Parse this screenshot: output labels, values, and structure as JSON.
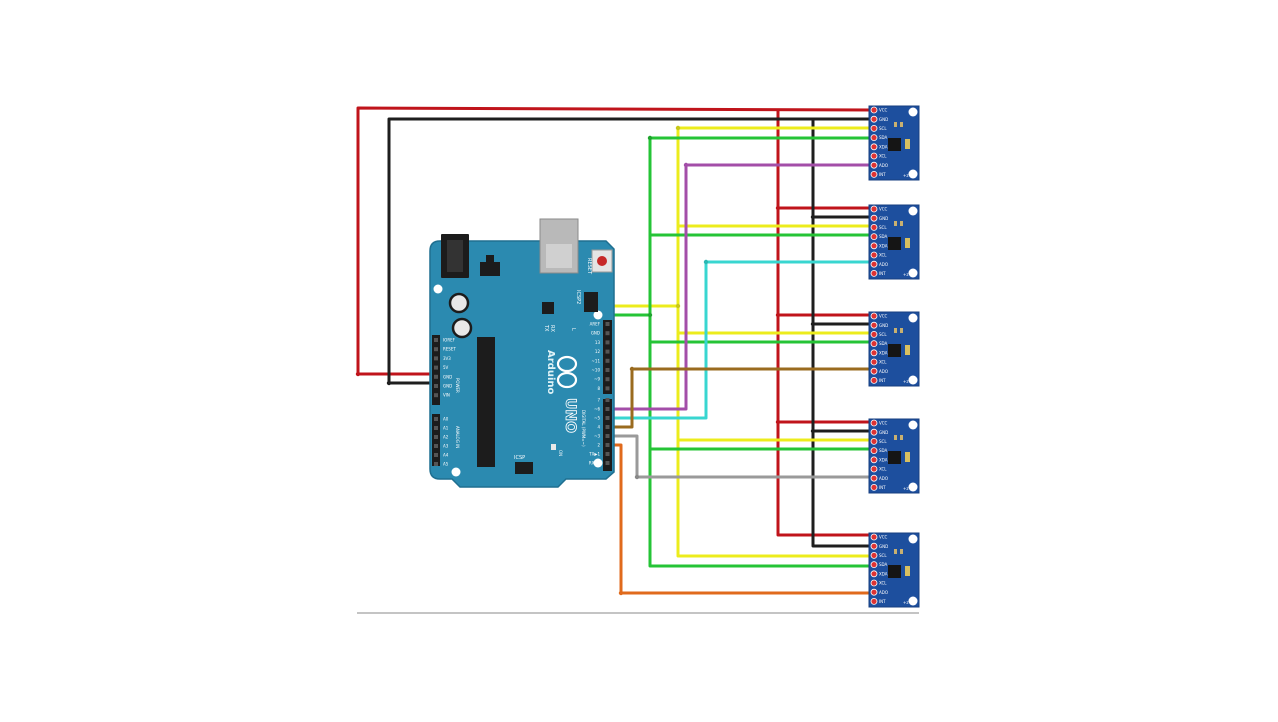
{
  "colors": {
    "background": "#ffffff",
    "board": "#2b8ab0",
    "board_edge": "#1f6f90",
    "module": "#1d4f9e",
    "vcc_wire": "#c0141b",
    "gnd_wire": "#1e1e1e",
    "scl_wire": "#ecec1c",
    "sda_wire": "#25c436",
    "ad0_wire_1": "#a34ea8",
    "ad0_wire_2": "#38d6d0",
    "ad0_wire_3": "#9a6b1f",
    "ad0_wire_4": "#9a9a9a",
    "ad0_wire_5": "#e06a1c"
  },
  "arduino": {
    "brand": "Arduino",
    "model": "UNO",
    "reset_label": "RESET",
    "icsp_label": "ICSP",
    "icsp2_label": "ICSP2",
    "on_label": "ON",
    "tx_label": "TX",
    "rx_label": "RX",
    "l_label": "L",
    "power_header_labels": [
      "IOREF",
      "RESET",
      "3V3",
      "5V",
      "GND",
      "GND",
      "VIN"
    ],
    "power_label": "POWER",
    "analog_header_labels": [
      "A0",
      "A1",
      "A2",
      "A3",
      "A4",
      "A5"
    ],
    "analog_label": "ANALOG IN",
    "digital_top_labels": [
      "AREF",
      "GND",
      "13",
      "12",
      "~11",
      "~10",
      "~9",
      "8"
    ],
    "digital_bottom_labels": [
      "7",
      "~6",
      "~5",
      "4",
      "~3",
      "2",
      "TX▶1",
      "RX◀0"
    ],
    "digital_label": "DIGITAL (PWM=~)"
  },
  "modules": [
    {
      "pins": [
        "VCC",
        "GND",
        "SCL",
        "SDA",
        "XDA",
        "XCL",
        "ADO",
        "INT"
      ]
    },
    {
      "pins": [
        "VCC",
        "GND",
        "SCL",
        "SDA",
        "XDA",
        "XCL",
        "ADO",
        "INT"
      ]
    },
    {
      "pins": [
        "VCC",
        "GND",
        "SCL",
        "SDA",
        "XDA",
        "XCL",
        "ADO",
        "INT"
      ]
    },
    {
      "pins": [
        "VCC",
        "GND",
        "SCL",
        "SDA",
        "XDA",
        "XCL",
        "ADO",
        "INT"
      ]
    },
    {
      "pins": [
        "VCC",
        "GND",
        "SCL",
        "SDA",
        "XDA",
        "XCL",
        "ADO",
        "INT"
      ]
    }
  ],
  "axis_mark": "+z"
}
